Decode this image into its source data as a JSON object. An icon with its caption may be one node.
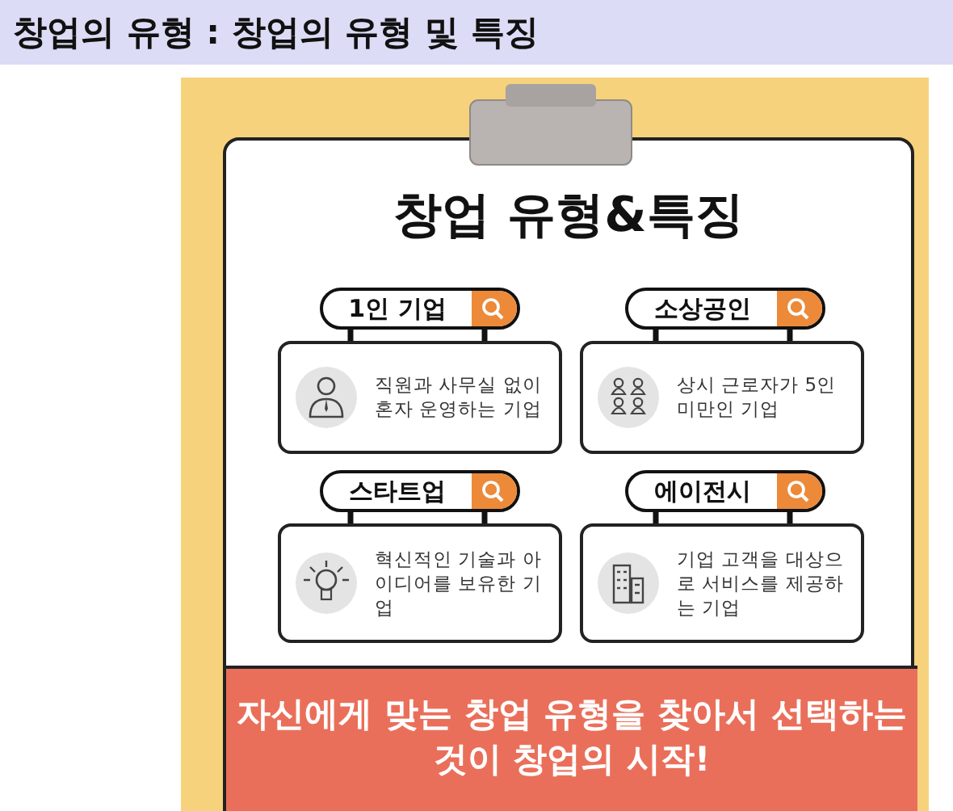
{
  "diagram": {
    "title": "창업의 유형 : 창업의 유형 및 특징",
    "nodes": [
      {
        "text": [
          "창업 유형&특징"
        ]
      },
      {
        "text": [
          "1인 기업"
        ],
        "in": 0
      },
      {
        "text": [
          "직원과 사무실 없이 혼자 운영하는 기업"
        ],
        "in": 0
      },
      {
        "text": [
          "소상공인"
        ],
        "in": 0
      },
      {
        "text": [
          "상시 근로자가 5인 미만인 기업"
        ],
        "in": 0
      },
      {
        "text": [
          "스타트업"
        ],
        "in": 0
      },
      {
        "text": [
          "혁신적인 기술과 아이디어를 보유한 기업"
        ],
        "in": 0
      },
      {
        "text": [
          "에이전시"
        ],
        "in": 0
      },
      {
        "text": [
          "기업 고객을 대상으로 서비스를 제공하는 기업"
        ],
        "in": 0
      },
      {
        "text": [
          "자신에게 맞는 창업 유형을 찾아서 선택하는 것이 창업의 시작!"
        ],
        "in": 0
      }
    ],
    "edges": [
      {
        "from": 1,
        "to": 2,
        "arrow": "none"
      },
      {
        "from": 1,
        "to": 2,
        "arrow": "none"
      },
      {
        "from": 3,
        "to": 4,
        "arrow": "none"
      },
      {
        "from": 3,
        "to": 4,
        "arrow": "none"
      },
      {
        "from": 5,
        "to": 6,
        "arrow": "none"
      },
      {
        "from": 5,
        "to": 6,
        "arrow": "none"
      },
      {
        "from": 7,
        "to": 8,
        "arrow": "none"
      },
      {
        "from": 7,
        "to": 8,
        "arrow": "none"
      }
    ]
  }
}
